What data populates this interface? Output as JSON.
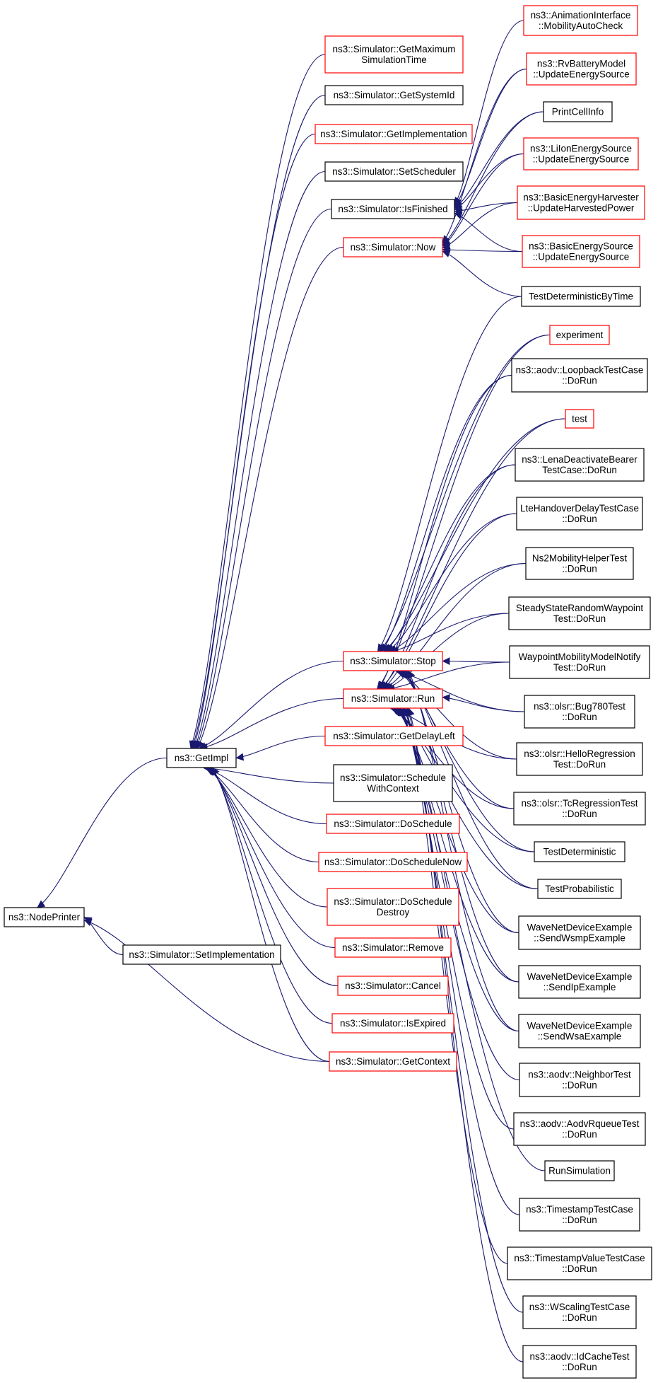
{
  "colors": {
    "edge": "#191970",
    "black_border": "#000000",
    "red_border": "#ff0000",
    "root_fill": "#bfbfbf",
    "background": "#ffffff"
  },
  "nodes": [
    {
      "id": "nodeprinter",
      "lines": [
        "ns3::NodePrinter"
      ],
      "border": "black",
      "root": true
    },
    {
      "id": "getimpl",
      "lines": [
        "ns3::GetImpl"
      ],
      "border": "black"
    },
    {
      "id": "setimpl",
      "lines": [
        "ns3::Simulator::SetImplementation"
      ],
      "border": "black"
    },
    {
      "id": "getmaxsim",
      "lines": [
        "ns3::Simulator::GetMaximum",
        "SimulationTime"
      ],
      "border": "red"
    },
    {
      "id": "getsystemid",
      "lines": [
        "ns3::Simulator::GetSystemId"
      ],
      "border": "black"
    },
    {
      "id": "getimplementation",
      "lines": [
        "ns3::Simulator::GetImplementation"
      ],
      "border": "red"
    },
    {
      "id": "setscheduler",
      "lines": [
        "ns3::Simulator::SetScheduler"
      ],
      "border": "black"
    },
    {
      "id": "isfinished",
      "lines": [
        "ns3::Simulator::IsFinished"
      ],
      "border": "black"
    },
    {
      "id": "now",
      "lines": [
        "ns3::Simulator::Now"
      ],
      "border": "red"
    },
    {
      "id": "stop",
      "lines": [
        "ns3::Simulator::Stop"
      ],
      "border": "red"
    },
    {
      "id": "run",
      "lines": [
        "ns3::Simulator::Run"
      ],
      "border": "red"
    },
    {
      "id": "getdelayleft",
      "lines": [
        "ns3::Simulator::GetDelayLeft"
      ],
      "border": "red"
    },
    {
      "id": "schedwithctx",
      "lines": [
        "ns3::Simulator::Schedule",
        "WithContext"
      ],
      "border": "black"
    },
    {
      "id": "doschedule",
      "lines": [
        "ns3::Simulator::DoSchedule"
      ],
      "border": "red"
    },
    {
      "id": "doschedulenow",
      "lines": [
        "ns3::Simulator::DoScheduleNow"
      ],
      "border": "red"
    },
    {
      "id": "doscheddestroy",
      "lines": [
        "ns3::Simulator::DoSchedule",
        "Destroy"
      ],
      "border": "red"
    },
    {
      "id": "remove",
      "lines": [
        "ns3::Simulator::Remove"
      ],
      "border": "red"
    },
    {
      "id": "cancel",
      "lines": [
        "ns3::Simulator::Cancel"
      ],
      "border": "red"
    },
    {
      "id": "isexpired",
      "lines": [
        "ns3::Simulator::IsExpired"
      ],
      "border": "red"
    },
    {
      "id": "getcontext",
      "lines": [
        "ns3::Simulator::GetContext"
      ],
      "border": "red"
    },
    {
      "id": "animif",
      "lines": [
        "ns3::AnimationInterface",
        "::MobilityAutoCheck"
      ],
      "border": "red"
    },
    {
      "id": "rvbattery",
      "lines": [
        "ns3::RvBatteryModel",
        "::UpdateEnergySource"
      ],
      "border": "red"
    },
    {
      "id": "printcellinfo",
      "lines": [
        "PrintCellInfo"
      ],
      "border": "black"
    },
    {
      "id": "liion",
      "lines": [
        "ns3::LiIonEnergySource",
        "::UpdateEnergySource"
      ],
      "border": "red"
    },
    {
      "id": "basicharv",
      "lines": [
        "ns3::BasicEnergyHarvester",
        "::UpdateHarvestedPower"
      ],
      "border": "red"
    },
    {
      "id": "basicsource",
      "lines": [
        "ns3::BasicEnergySource",
        "::UpdateEnergySource"
      ],
      "border": "red"
    },
    {
      "id": "testdetbytime",
      "lines": [
        "TestDeterministicByTime"
      ],
      "border": "black"
    },
    {
      "id": "experiment",
      "lines": [
        "experiment"
      ],
      "border": "red"
    },
    {
      "id": "aodvloopback",
      "lines": [
        "ns3::aodv::LoopbackTestCase",
        "::DoRun"
      ],
      "border": "black"
    },
    {
      "id": "test",
      "lines": [
        "test"
      ],
      "border": "red"
    },
    {
      "id": "lenadeact",
      "lines": [
        "ns3::LenaDeactivateBearer",
        "TestCase::DoRun"
      ],
      "border": "black"
    },
    {
      "id": "ltehandover",
      "lines": [
        "LteHandoverDelayTestCase",
        "::DoRun"
      ],
      "border": "black"
    },
    {
      "id": "ns2mobility",
      "lines": [
        "Ns2MobilityHelperTest",
        "::DoRun"
      ],
      "border": "black"
    },
    {
      "id": "steadystate",
      "lines": [
        "SteadyStateRandomWaypoint",
        "Test::DoRun"
      ],
      "border": "black"
    },
    {
      "id": "waypointnotify",
      "lines": [
        "WaypointMobilityModelNotify",
        "Test::DoRun"
      ],
      "border": "black"
    },
    {
      "id": "olsrbug780",
      "lines": [
        "ns3::olsr::Bug780Test",
        "::DoRun"
      ],
      "border": "black"
    },
    {
      "id": "olsrhello",
      "lines": [
        "ns3::olsr::HelloRegression",
        "Test::DoRun"
      ],
      "border": "black"
    },
    {
      "id": "olsrtc",
      "lines": [
        "ns3::olsr::TcRegressionTest",
        "::DoRun"
      ],
      "border": "black"
    },
    {
      "id": "testdet",
      "lines": [
        "TestDeterministic"
      ],
      "border": "black"
    },
    {
      "id": "testprob",
      "lines": [
        "TestProbabilistic"
      ],
      "border": "black"
    },
    {
      "id": "wavewsmp",
      "lines": [
        "WaveNetDeviceExample",
        "::SendWsmpExample"
      ],
      "border": "black"
    },
    {
      "id": "waveip",
      "lines": [
        "WaveNetDeviceExample",
        "::SendIpExample"
      ],
      "border": "black"
    },
    {
      "id": "wavewsa",
      "lines": [
        "WaveNetDeviceExample",
        "::SendWsaExample"
      ],
      "border": "black"
    },
    {
      "id": "aodvneighbor",
      "lines": [
        "ns3::aodv::NeighborTest",
        "::DoRun"
      ],
      "border": "black"
    },
    {
      "id": "aodvrqueue",
      "lines": [
        "ns3::aodv::AodvRqueueTest",
        "::DoRun"
      ],
      "border": "black"
    },
    {
      "id": "runsim",
      "lines": [
        "RunSimulation"
      ],
      "border": "black"
    },
    {
      "id": "timestamptc",
      "lines": [
        "ns3::TimestampTestCase",
        "::DoRun"
      ],
      "border": "black"
    },
    {
      "id": "timestampvalue",
      "lines": [
        "ns3::TimestampValueTestCase",
        "::DoRun"
      ],
      "border": "black"
    },
    {
      "id": "wscaling",
      "lines": [
        "ns3::WScalingTestCase",
        "::DoRun"
      ],
      "border": "black"
    },
    {
      "id": "aodvidcache",
      "lines": [
        "ns3::aodv::IdCacheTest",
        "::DoRun"
      ],
      "border": "black"
    }
  ],
  "edges": [
    [
      "getimpl",
      "nodeprinter"
    ],
    [
      "setimpl",
      "nodeprinter"
    ],
    [
      "getcontext",
      "nodeprinter"
    ],
    [
      "getmaxsim",
      "getimpl"
    ],
    [
      "getsystemid",
      "getimpl"
    ],
    [
      "getimplementation",
      "getimpl"
    ],
    [
      "setscheduler",
      "getimpl"
    ],
    [
      "isfinished",
      "getimpl"
    ],
    [
      "now",
      "getimpl"
    ],
    [
      "stop",
      "getimpl"
    ],
    [
      "run",
      "getimpl"
    ],
    [
      "getdelayleft",
      "getimpl"
    ],
    [
      "schedwithctx",
      "getimpl"
    ],
    [
      "doschedule",
      "getimpl"
    ],
    [
      "doschedulenow",
      "getimpl"
    ],
    [
      "doscheddestroy",
      "getimpl"
    ],
    [
      "remove",
      "getimpl"
    ],
    [
      "cancel",
      "getimpl"
    ],
    [
      "isexpired",
      "getimpl"
    ],
    [
      "getcontext",
      "getimpl"
    ],
    [
      "animif",
      "isfinished"
    ],
    [
      "rvbattery",
      "isfinished"
    ],
    [
      "printcellinfo",
      "isfinished"
    ],
    [
      "liion",
      "isfinished"
    ],
    [
      "basicharv",
      "isfinished"
    ],
    [
      "basicsource",
      "isfinished"
    ],
    [
      "rvbattery",
      "now"
    ],
    [
      "printcellinfo",
      "now"
    ],
    [
      "liion",
      "now"
    ],
    [
      "basicharv",
      "now"
    ],
    [
      "basicsource",
      "now"
    ],
    [
      "testdetbytime",
      "now"
    ],
    [
      "testdetbytime",
      "stop"
    ],
    [
      "experiment",
      "stop"
    ],
    [
      "aodvloopback",
      "stop"
    ],
    [
      "test",
      "stop"
    ],
    [
      "lenadeact",
      "stop"
    ],
    [
      "ltehandover",
      "stop"
    ],
    [
      "ns2mobility",
      "stop"
    ],
    [
      "steadystate",
      "stop"
    ],
    [
      "waypointnotify",
      "stop"
    ],
    [
      "olsrbug780",
      "stop"
    ],
    [
      "olsrhello",
      "stop"
    ],
    [
      "olsrtc",
      "stop"
    ],
    [
      "testdet",
      "stop"
    ],
    [
      "testprob",
      "stop"
    ],
    [
      "wavewsmp",
      "stop"
    ],
    [
      "waveip",
      "stop"
    ],
    [
      "wavewsa",
      "stop"
    ],
    [
      "experiment",
      "run"
    ],
    [
      "aodvloopback",
      "run"
    ],
    [
      "test",
      "run"
    ],
    [
      "lenadeact",
      "run"
    ],
    [
      "ltehandover",
      "run"
    ],
    [
      "ns2mobility",
      "run"
    ],
    [
      "steadystate",
      "run"
    ],
    [
      "waypointnotify",
      "run"
    ],
    [
      "olsrbug780",
      "run"
    ],
    [
      "olsrhello",
      "run"
    ],
    [
      "olsrtc",
      "run"
    ],
    [
      "testdet",
      "run"
    ],
    [
      "testprob",
      "run"
    ],
    [
      "wavewsmp",
      "run"
    ],
    [
      "waveip",
      "run"
    ],
    [
      "wavewsa",
      "run"
    ],
    [
      "aodvneighbor",
      "run"
    ],
    [
      "aodvrqueue",
      "run"
    ],
    [
      "runsim",
      "run"
    ],
    [
      "timestamptc",
      "run"
    ],
    [
      "timestampvalue",
      "run"
    ],
    [
      "wscaling",
      "run"
    ],
    [
      "aodvidcache",
      "run"
    ]
  ]
}
